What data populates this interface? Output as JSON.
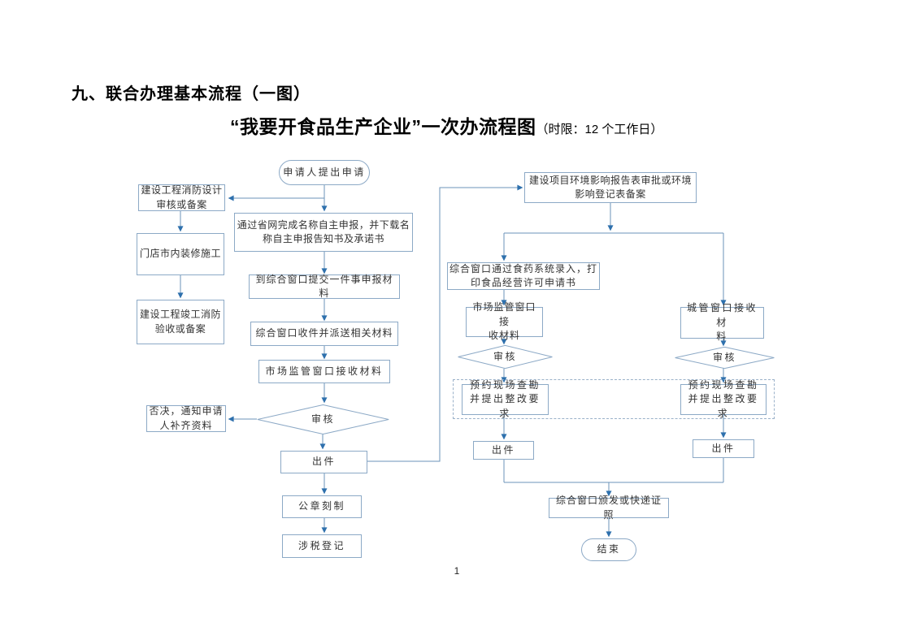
{
  "page": {
    "heading": "九、联合办理基本流程（一图）",
    "title": "“我要开食品生产企业”一次办流程图",
    "title_note": "（时限：12 个工作日）",
    "page_number": "1"
  },
  "flowchart": {
    "colors": {
      "line": "#6b93ba",
      "arrowhead": "#2e70ad",
      "box_border": "#8ca9c6",
      "dashed_border": "#9ab1c9",
      "text": "#333333"
    },
    "nodes": {
      "start": "申请人提出申请",
      "fire_design": "建设工程消防设计\n审核或备案",
      "shop_decor": "门店市内装修施工",
      "fire_accept": "建设工程竣工消防\n验收或备案",
      "name_declare": "通过省网完成名称自主申报，并下载名\n称自主申报告知书及承诺书",
      "submit_materials": "到综合窗口提交一件事申报材料",
      "dispatch": "综合窗口收件并派送相关材料",
      "market_receive": "市场监管窗口接收材料",
      "review_left": "审核",
      "reject": "否决，通知申请\n人补齐资料",
      "issue_left": "出件",
      "seal": "公章刻制",
      "tax": "涉税登记",
      "env_approval": "建设项目环境影响报告表审批或环境\n影响登记表备案",
      "food_system": "综合窗口通过食药系统录入，打\n印食品经营许可申请书",
      "market_receive_mid": "市场监管窗口接\n收材料",
      "review_mid": "审核",
      "survey_mid": "预约现场查勘\n并提出整改要求",
      "issue_mid": "出件",
      "cg_receive": "城管窗口接收材\n料",
      "review_right": "审核",
      "survey_right": "预约现场查勘\n并提出整改要求",
      "issue_right": "出件",
      "license_issue": "综合窗口颁发或快递证照",
      "end": "结束"
    }
  }
}
